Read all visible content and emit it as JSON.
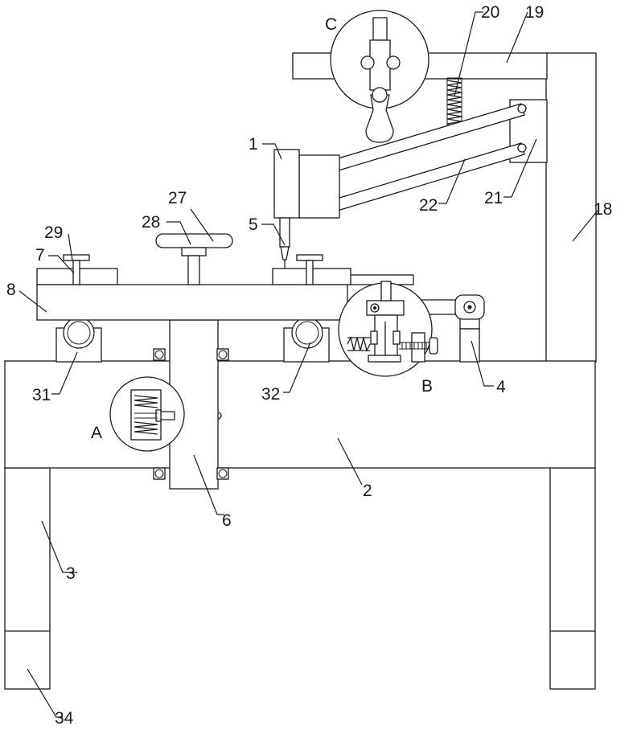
{
  "labels": {
    "l1": "1",
    "l2": "2",
    "l3": "3",
    "l4": "4",
    "l5": "5",
    "l6": "6",
    "l7": "7",
    "l8": "8",
    "l18": "18",
    "l19": "19",
    "l20": "20",
    "l21": "21",
    "l22": "22",
    "l27": "27",
    "l28": "28",
    "l29": "29",
    "l31": "31",
    "l32": "32",
    "l34": "34",
    "detail_a": "A",
    "detail_b": "B",
    "detail_c": "C"
  }
}
